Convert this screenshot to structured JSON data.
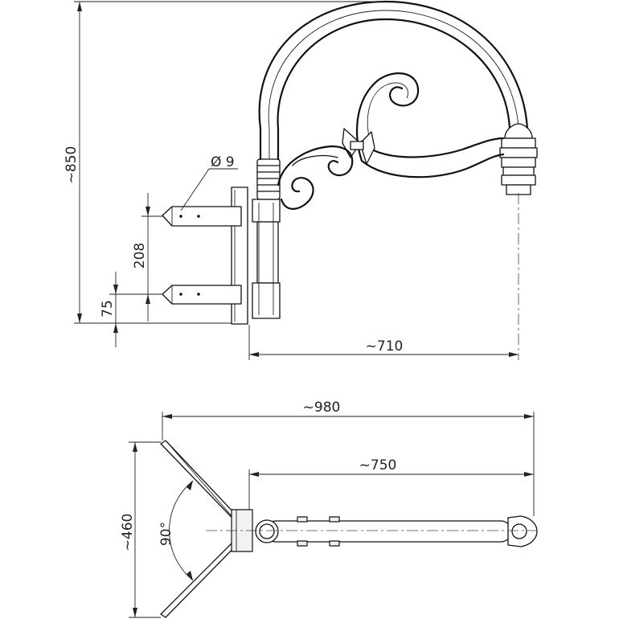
{
  "dimensions": {
    "height_total": "~850",
    "hole_diameter": "Ø 9",
    "bolt_spacing": "208",
    "bolt_offset": "75",
    "arm_reach_side": "~710",
    "width_total": "~980",
    "arm_reach_top": "~750",
    "plate_width": "~460",
    "plate_angle": "90°"
  }
}
